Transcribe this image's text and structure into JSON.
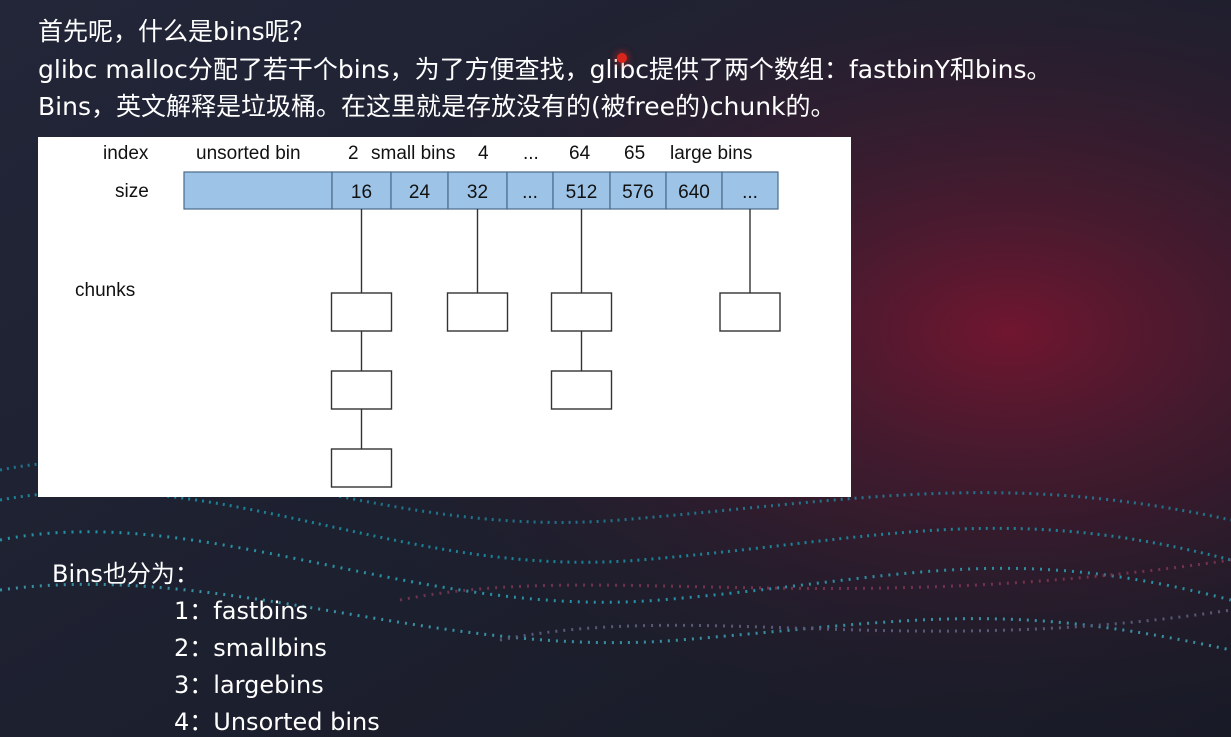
{
  "intro": {
    "line1": "首先呢，什么是bins呢？",
    "line2": "glibc malloc分配了若干个bins，为了方便查找，glibc提供了两个数组：fastbinY和bins。",
    "line3": "Bins，英文解释是垃圾桶。在这里就是存放没有的(被free的)chunk的。"
  },
  "diagram": {
    "row_labels": {
      "index": "index",
      "size": "size",
      "chunks": "chunks"
    },
    "index_labels": {
      "unsorted": "unsorted bin",
      "i2": "2",
      "small": "small bins",
      "i4": "4",
      "ellipsis": "...",
      "i64": "64",
      "i65": "65",
      "large": "large bins"
    },
    "size_cells": [
      "16",
      "24",
      "32",
      "...",
      "512",
      "576",
      "640",
      "..."
    ],
    "chunk_counts": [
      3,
      0,
      1,
      0,
      2,
      0,
      0,
      1
    ],
    "colors": {
      "cell_fill": "#9dc3e6",
      "cell_stroke": "#4a6a8a",
      "chunk_stroke": "#333333"
    }
  },
  "bins_list": {
    "title": "Bins也分为：",
    "items": [
      {
        "num": "1：",
        "label": "fastbins"
      },
      {
        "num": "2：",
        "label": "smallbins"
      },
      {
        "num": "3：",
        "label": "largebins"
      },
      {
        "num": "4：",
        "label": "Unsorted bins"
      }
    ]
  }
}
